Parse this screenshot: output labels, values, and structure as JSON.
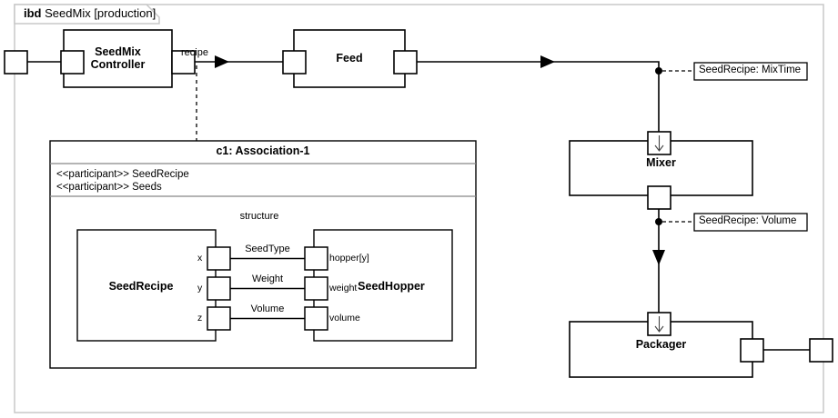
{
  "diagram": {
    "kind_keyword": "ibd",
    "frame_title": "SeedMix [production]",
    "blocks": {
      "controller": "SeedMix\nController",
      "controller_line1": "SeedMix",
      "controller_line2": "Controller",
      "feed": "Feed",
      "mixer": "Mixer",
      "packager": "Packager"
    },
    "connector_labels": {
      "recipe": "recipe"
    },
    "association": {
      "title": "c1: Association-1",
      "participants": [
        "<<participant>> SeedRecipe",
        "<<participant>> Seeds"
      ],
      "compartment_label": "structure",
      "inner_blocks": {
        "left": "SeedRecipe",
        "right": "SeedHopper"
      },
      "left_port_labels": [
        "x",
        "y",
        "z"
      ],
      "right_port_labels": [
        "hopper[y]",
        "weight",
        "volume"
      ],
      "connector_labels": [
        "SeedType",
        "Weight",
        "Volume"
      ]
    },
    "callouts": [
      "SeedRecipe: MixTime",
      "SeedRecipe: Volume"
    ],
    "colors": {
      "line": "#000000",
      "frame_border": "#c8c8c8",
      "background": "#ffffff",
      "text": "#000000"
    }
  }
}
